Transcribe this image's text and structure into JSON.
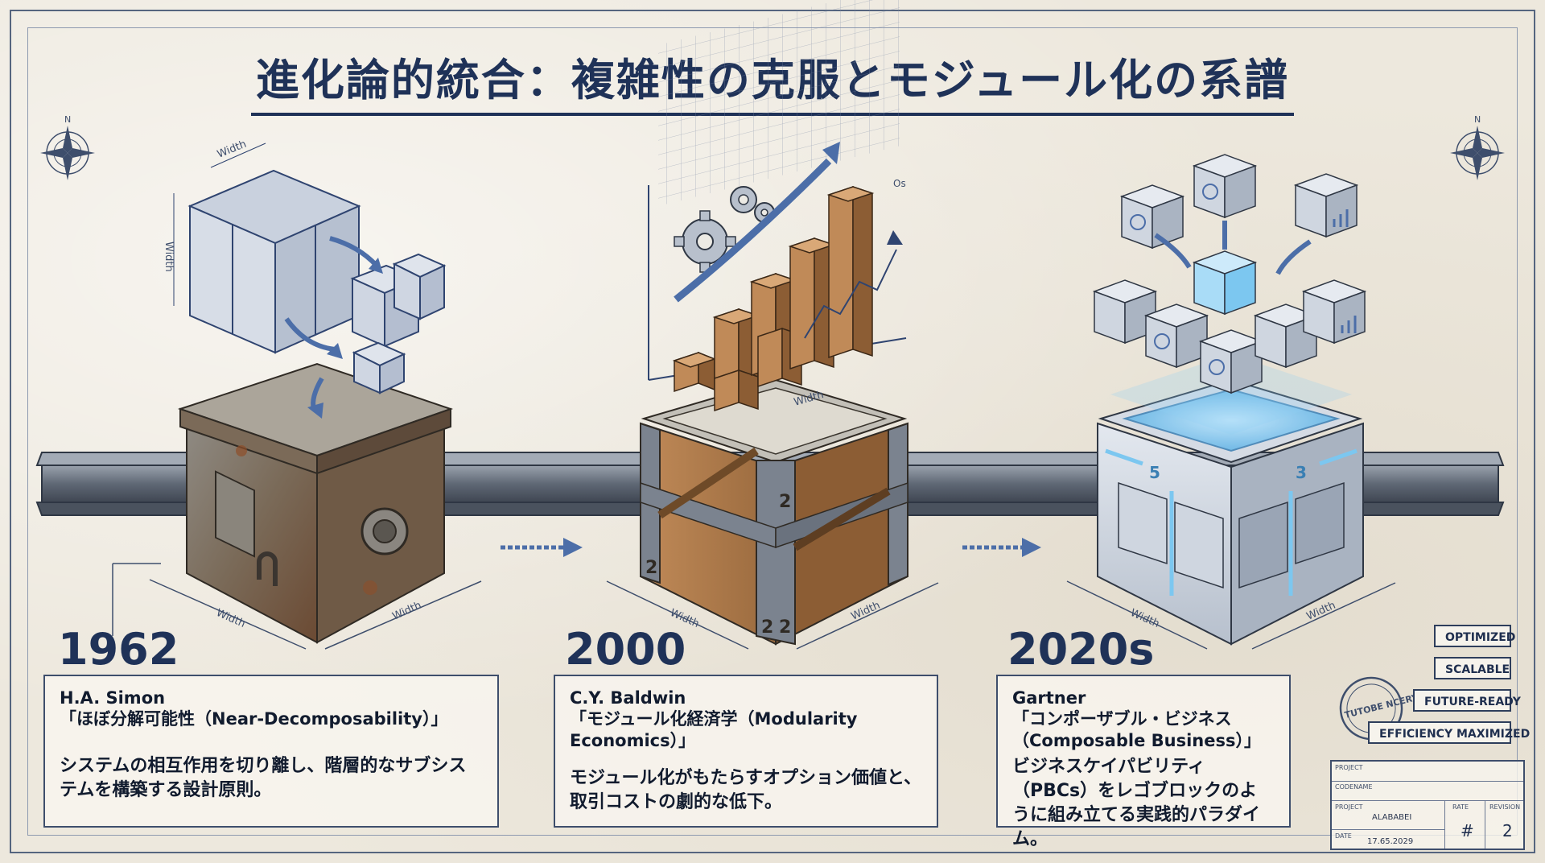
{
  "title": "進化論的統合：複雑性の克服とモジュール化の系譜",
  "icons": [
    "compass-rose-icon",
    "gear-icon",
    "trend-arrow-icon",
    "brain-chip-icon",
    "bar-chart-icon",
    "arrow-right-icon"
  ],
  "colors": {
    "ink": "#1f3258",
    "rust": "#8a5a3a",
    "wood": "#b27a4c",
    "steel": "#7d8796",
    "glow": "#7cc7f0",
    "paper": "#ede8dd"
  },
  "dimension_label": "Width",
  "side_annotation": "Os",
  "stages": [
    {
      "year": "1962",
      "author": "H.A. Simon",
      "concept": "「ほぼ分解可能性（Near-Decomposability）」",
      "description": "システムの相互作用を切り離し、階層的なサブシステムを構築する設計原則。"
    },
    {
      "year": "2000",
      "author": "C.Y. Baldwin",
      "concept": "「モジュール化経済学（Modularity Economics）」",
      "description": "モジュール化がもたらすオプション価値と、取引コストの劇的な低下。"
    },
    {
      "year": "2020s",
      "author": "Gartner",
      "concept": "「コンポーザブル・ビジネス（Composable Business）」",
      "description": "ビジネスケイパビリティ（PBCs）をレゴブロックのように組み立てる実践的パラダイム。"
    }
  ],
  "crate_labels": [
    "2",
    "2",
    "2",
    "2",
    "5",
    "3"
  ],
  "tags": [
    "OPTIMIZED",
    "SCALABLE",
    "FUTURE-READY",
    "EFFICIENCY MAXIMIZED"
  ],
  "stamp": "TUTOBE NCERY",
  "title_block": {
    "project_label": "PROJECT",
    "codename_label": "CODENAME",
    "project2_label": "PROJECT",
    "project_value": "ALABABEI",
    "rate_label": "RATE",
    "rate_value": "#",
    "revision_label": "REVISION",
    "revision_value": "2",
    "date_label": "DATE",
    "date_value": "17.65.2029"
  }
}
